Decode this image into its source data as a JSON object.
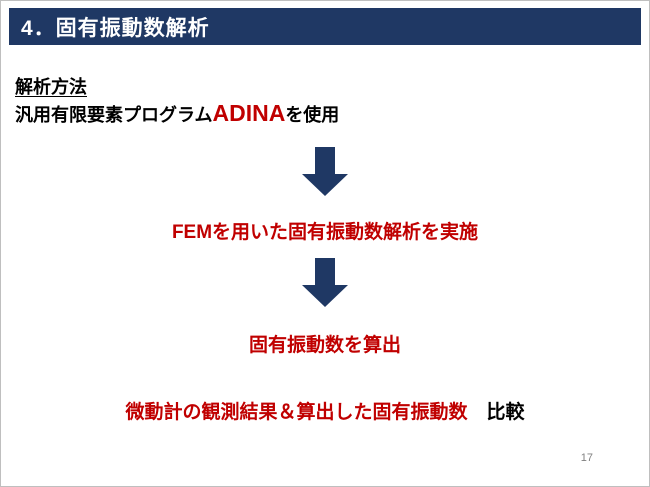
{
  "slide": {
    "header": {
      "title": "4．固有振動数解析"
    },
    "method": {
      "heading": "解析方法",
      "line": {
        "prefix": "汎用有限要素プログラム",
        "highlight": "ADINA",
        "suffix": "を使用"
      }
    },
    "flow": {
      "step1": "FEMを用いた固有振動数解析を実施",
      "step2": "固有振動数を算出"
    },
    "comparison": {
      "red_text": "微動計の観測結果＆算出した固有振動数",
      "gap": "　",
      "black_text": "比較"
    },
    "page_number": "17",
    "icons": {
      "arrow1": "down-arrow-icon",
      "arrow2": "down-arrow-icon"
    },
    "colors": {
      "header_bg": "#1f3864",
      "arrow": "#1f3864",
      "accent_red": "#c00000",
      "text": "#000000",
      "page_number": "#808080"
    }
  }
}
